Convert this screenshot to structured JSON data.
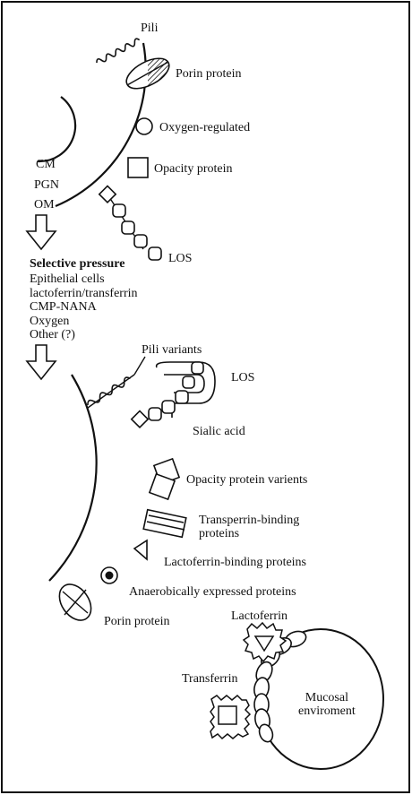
{
  "top": {
    "pili": "Pili",
    "porin": "Porin protein",
    "oxygen_regulated": "Oxygen-regulated",
    "opacity": "Opacity protein",
    "los": "LOS",
    "cm": "CM",
    "pgn": "PGN",
    "om": "OM"
  },
  "pressure": {
    "title": "Selective pressure",
    "items": [
      "Epithelial cells",
      "lactoferrin/transferrin",
      "CMP-NANA",
      "Oxygen",
      "Other (?)"
    ]
  },
  "bottom": {
    "pili_variants": "Pili variants",
    "los": "LOS",
    "sialic_acid": "Sialic acid",
    "opacity_variants": "Opacity protein varients",
    "transferrin_binding": [
      "Transperrin-binding",
      "proteins"
    ],
    "lactoferrin_binding": "Lactoferrin-binding proteins",
    "anaerobic": "Anaerobically expressed proteins",
    "porin": "Porin protein",
    "lactoferrin": "Lactoferrin",
    "transferrin": "Transferrin",
    "mucosal": [
      "Mucosal",
      "enviroment"
    ]
  },
  "colors": {
    "ink": "#111111",
    "background": "#ffffff"
  }
}
